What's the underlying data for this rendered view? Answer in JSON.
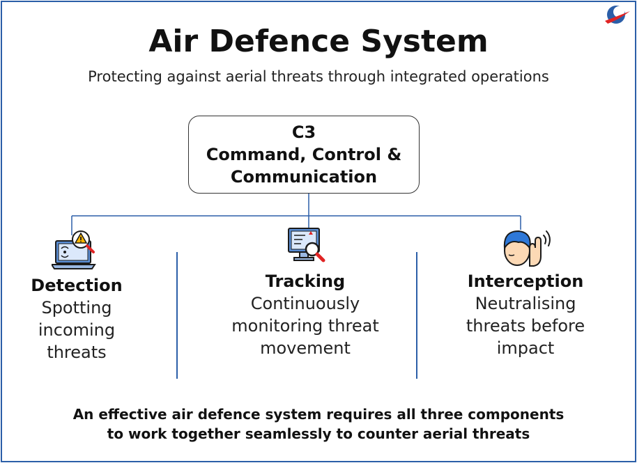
{
  "header": {
    "title": "Air Defence System",
    "subtitle": "Protecting against aerial threats through integrated operations"
  },
  "center_node": {
    "line1": "C3",
    "line2": "Command, Control &",
    "line3": "Communication"
  },
  "components": [
    {
      "title": "Detection",
      "desc_lines": [
        "Spotting",
        "incoming",
        "threats"
      ],
      "icon": "laptop-warning-icon"
    },
    {
      "title": "Tracking",
      "desc_lines": [
        "Continuously",
        "monitoring threat",
        "movement"
      ],
      "icon": "monitor-magnifier-icon"
    },
    {
      "title": "Interception",
      "desc_lines": [
        "Neutralising",
        "threats before",
        "impact"
      ],
      "icon": "hand-stop-icon"
    }
  ],
  "footer": {
    "line1": "An effective air defence system requires all three components",
    "line2": "to work together seamlessly to counter aerial threats"
  },
  "colors": {
    "accent": "#2b5ea8",
    "logo_red": "#e02424"
  }
}
